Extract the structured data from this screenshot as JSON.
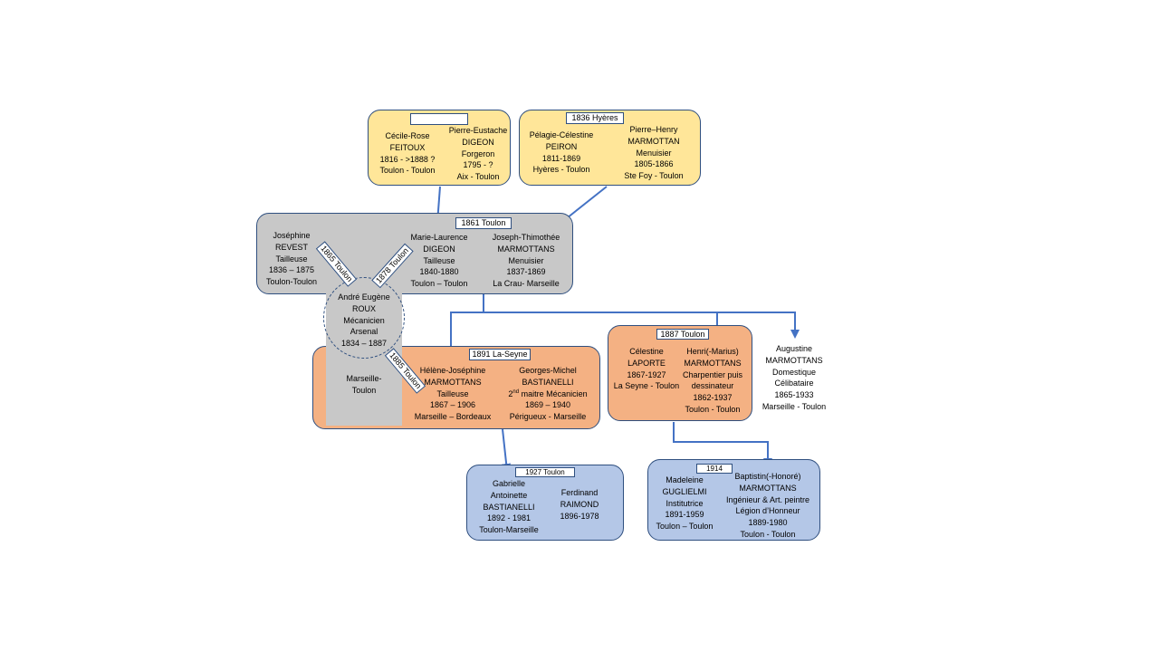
{
  "couples": {
    "feitoux_digeon": {
      "tag": ""
    },
    "peiron_marmottan": {
      "tag": "1836 Hyères"
    },
    "digeon_marmottans": {
      "tag": "1861 Toulon"
    },
    "helene_bastianelli": {
      "tag": "1891 La-Seyne"
    },
    "laporte_henri": {
      "tag": "1887 Toulon"
    },
    "gabrielle_raimond": {
      "tag": "1927 Toulon"
    },
    "guglielmi_baptistin": {
      "tag": "1914"
    }
  },
  "people": {
    "cecile_rose": [
      "Cécile-Rose",
      "FEITOUX",
      "1816 - >1888 ?",
      "Toulon - Toulon"
    ],
    "pierre_eustache": [
      "Pierre-Eustache",
      "DIGEON",
      "Forgeron",
      "1795 - ?",
      "Aix - Toulon"
    ],
    "pelagie": [
      "Pélagie-Célestine",
      "PEIRON",
      "1811-1869",
      "Hyères - Toulon"
    ],
    "pierre_henry": [
      "Pierre–Henry",
      "MARMOTTAN",
      "Menuisier",
      "1805-1866",
      "Ste Foy - Toulon"
    ],
    "josephine": [
      "Joséphine",
      "REVEST",
      "Tailleuse",
      "1836 – 1875",
      "Toulon-Toulon"
    ],
    "marie_laurence": [
      "Marie-Laurence",
      "DIGEON",
      "Tailleuse",
      "1840-1880",
      "Toulon – Toulon"
    ],
    "joseph_thimothee": [
      "Joseph-Thimothée",
      "MARMOTTANS",
      "Menuisier",
      "1837-1869",
      "La Crau- Marseille"
    ],
    "andre_eugene": [
      "André Eugène",
      "ROUX",
      "Mécanicien",
      "Arsenal",
      "1834 – 1887"
    ],
    "andre_places": [
      "Marseille-",
      "Toulon"
    ],
    "helene_josephine": [
      "Hélène-Joséphine",
      "MARMOTTANS",
      "Tailleuse",
      "1867 – 1906",
      "Marseille – Bordeaux"
    ],
    "georges_michel": {
      "name": "Georges-Michel",
      "surname": "BASTIANELLI",
      "job_ordinal": "2",
      "job_sup": "nd",
      "job_rest": " maitre Mécanicien",
      "dates": "1869 – 1940",
      "places": "Périgueux - Marseille"
    },
    "celestine": [
      "Célestine",
      "LAPORTE",
      "1867-1927",
      "La Seyne - Toulon"
    ],
    "henri_marius": [
      "Henri(-Marius)",
      "MARMOTTANS",
      "Charpentier puis",
      "dessinateur",
      "1862-1937",
      "Toulon - Toulon"
    ],
    "augustine": [
      "Augustine",
      "MARMOTTANS",
      "Domestique",
      "Célibataire",
      "1865-1933",
      "Marseille - Toulon"
    ],
    "gabrielle": [
      "Gabrielle",
      "Antoinette",
      "BASTIANELLI",
      "1892 - 1981",
      "Toulon-Marseille"
    ],
    "ferdinand": [
      "Ferdinand",
      "RAIMOND",
      "1896-1978"
    ],
    "madeleine": [
      "Madeleine",
      "GUGLIELMI",
      "Institutrice",
      "1891-1959",
      "Toulon – Toulon"
    ],
    "baptistin": [
      "Baptistin(-Honoré)",
      "MARMOTTANS",
      "Ingénieur & Art. peintre",
      "Légion d’Honneur",
      "1889-1980",
      "Toulon - Toulon"
    ]
  },
  "unions": {
    "roux_revest": "1865 Toulon",
    "roux_digeon": "1878 Toulon",
    "roux_helene": "1885 Toulon"
  },
  "colors": {
    "yellow": "#ffe699",
    "gray": "#c8c8c8",
    "orange": "#f4b183",
    "blue": "#b4c7e7",
    "arrow": "#4472c4"
  }
}
